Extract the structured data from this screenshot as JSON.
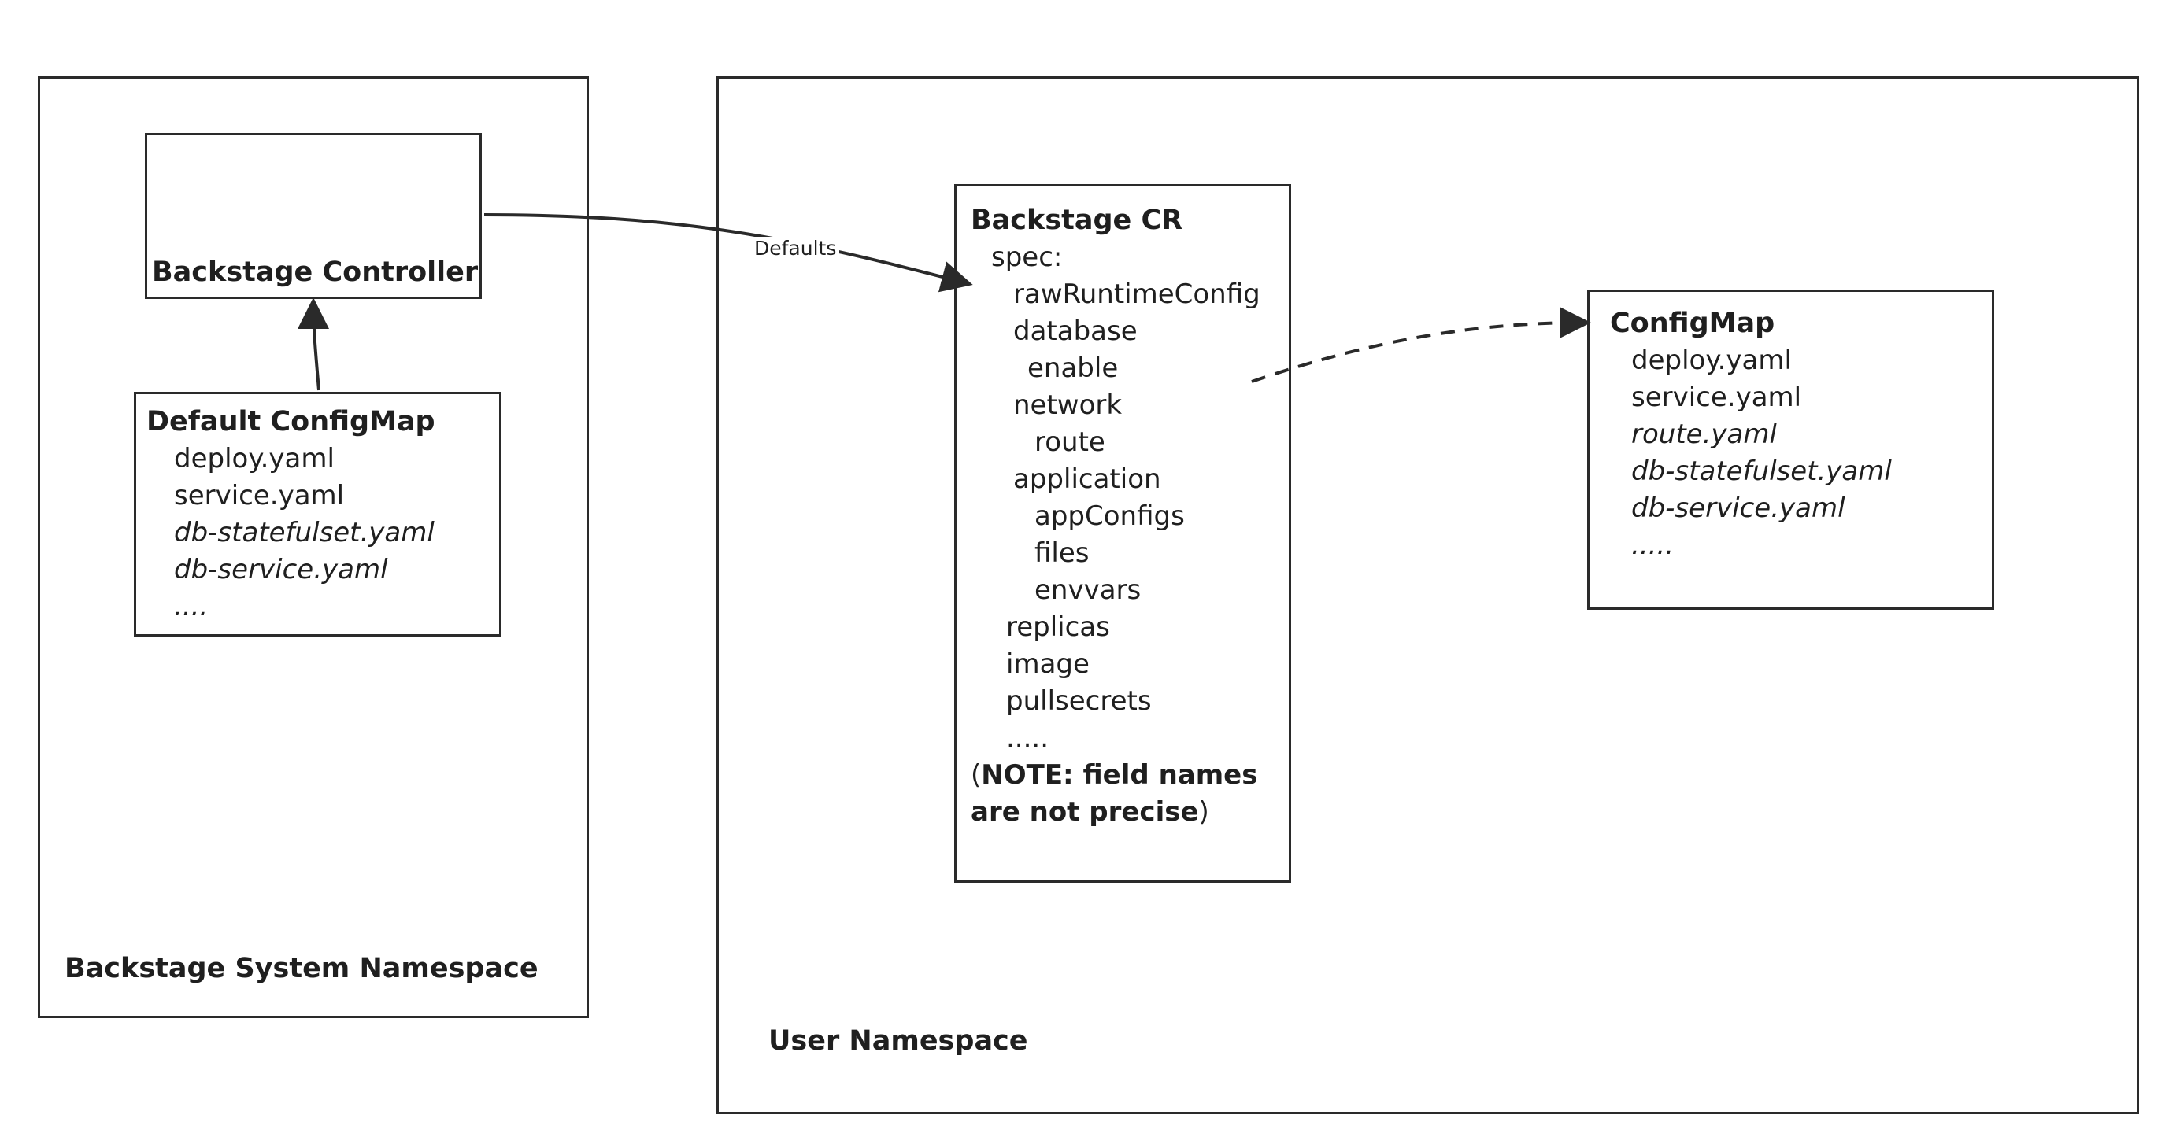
{
  "system_namespace": {
    "label": "Backstage System Namespace",
    "controller": {
      "label": "Backstage Controller"
    },
    "default_configmap": {
      "title": "Default ConfigMap",
      "items": [
        {
          "text": "deploy.yaml"
        },
        {
          "text": "service.yaml"
        },
        {
          "text": "db-statefulset.yaml"
        },
        {
          "text": "db-service.yaml"
        },
        {
          "text": "...."
        }
      ]
    }
  },
  "user_namespace": {
    "label": "User Namespace",
    "backstage_cr": {
      "title": "Backstage CR",
      "lines": [
        {
          "text": "spec:"
        },
        {
          "text": "rawRuntimeConfig"
        },
        {
          "text": "database"
        },
        {
          "text": "enable"
        },
        {
          "text": "network"
        },
        {
          "text": "route"
        },
        {
          "text": "application"
        },
        {
          "text": "appConfigs"
        },
        {
          "text": "files"
        },
        {
          "text": "envvars"
        },
        {
          "text": "replicas"
        },
        {
          "text": "image"
        },
        {
          "text": "pullsecrets"
        },
        {
          "text": "....."
        }
      ],
      "note": {
        "open": "(",
        "line1": "NOTE: field names",
        "line2": "are not precise",
        "close": ")"
      }
    },
    "configmap": {
      "title": "ConfigMap",
      "items": [
        {
          "text": "deploy.yaml"
        },
        {
          "text": "service.yaml"
        },
        {
          "text": "route.yaml"
        },
        {
          "text": "db-statefulset.yaml"
        },
        {
          "text": "db-service.yaml"
        },
        {
          "text": "....."
        }
      ]
    }
  },
  "edges": {
    "defaults_label": "Defaults"
  },
  "colors": {
    "stroke": "#2a2a2a",
    "text": "#1f1f1f",
    "background": "#ffffff"
  }
}
